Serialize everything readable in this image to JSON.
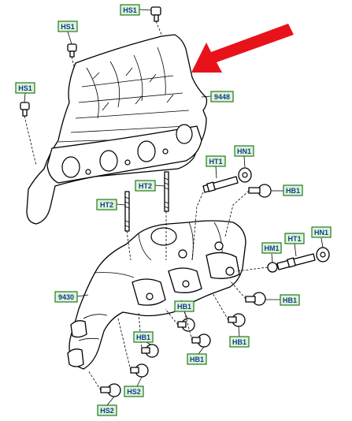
{
  "labels": {
    "hs1_top": "HS1",
    "hs1_left_upper": "HS1",
    "hs1_left": "HS1",
    "p9448": "9448",
    "ht1_upper": "HT1",
    "hn1_upper": "HN1",
    "hb1_upper": "HB1",
    "ht2_right": "HT2",
    "ht2_left": "HT2",
    "hm1": "HM1",
    "ht1_lower": "HT1",
    "hn1_lower": "HN1",
    "p9430": "9430",
    "hb1_right": "HB1",
    "hb1_mid": "HB1",
    "hb1_center": "HB1",
    "hb1_bottom_mid": "HB1",
    "hb1_left": "HB1",
    "hs2_right": "HS2",
    "hs2_left": "HS2"
  },
  "colors": {
    "label_fill": "#dff3d6",
    "label_border": "#1f7a1f",
    "label_text": "#0b3d91",
    "arrow": "#e8121b"
  }
}
